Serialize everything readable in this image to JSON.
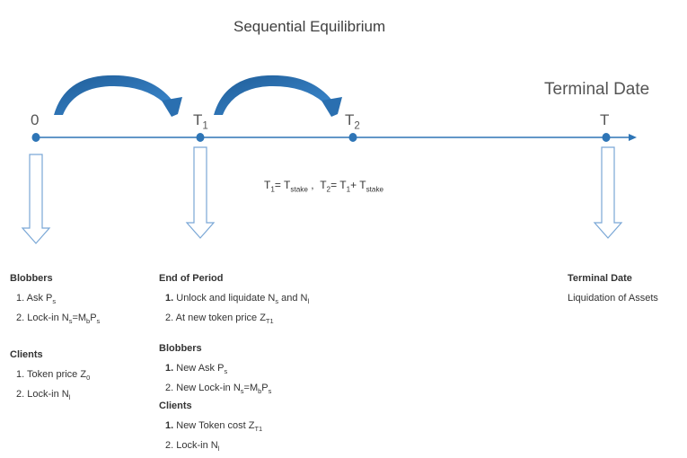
{
  "title": "Sequential Equilibrium",
  "terminal_date_label": "Terminal Date",
  "timeline": {
    "ticks": [
      {
        "label": "0",
        "sub": ""
      },
      {
        "label": "T",
        "sub": "1"
      },
      {
        "label": "T",
        "sub": "2"
      },
      {
        "label": "T",
        "sub": ""
      }
    ]
  },
  "formula": {
    "t1": "T",
    "t1_sub": "1",
    "eq1": "= T",
    "stake1": "stake",
    "comma": " ,",
    "t2": "T",
    "t2_sub": "2",
    "eq2": "= T",
    "t1b_sub": "1",
    "plus": "+ T",
    "stake2": "stake"
  },
  "col0": {
    "heading": "Blobbers",
    "items": [
      {
        "num": "1.",
        "text": "Ask P",
        "sub": "s"
      },
      {
        "num": "2.",
        "text": "Lock-in N",
        "sub": "s",
        "rest": "=M",
        "sub2": "b",
        "rest2": "P",
        "sub3": "s"
      }
    ],
    "heading2": "Clients",
    "items2": [
      {
        "num": "1.",
        "text": "Token price Z",
        "sub": "0"
      },
      {
        "num": "2.",
        "text": "Lock-in N",
        "sub": "l"
      }
    ]
  },
  "col1": {
    "heading": "End of Period",
    "items": [
      {
        "num": "1.",
        "text": "Unlock and liquidate N",
        "sub": "s",
        "rest": " and N",
        "sub2": "l"
      },
      {
        "num": "2.",
        "text": "At new token price Z",
        "sub": "T1"
      }
    ],
    "heading2": "Blobbers",
    "items2": [
      {
        "num": "1.",
        "text": "New Ask P",
        "sub": "s"
      },
      {
        "num": "2.",
        "text": "New Lock-in N",
        "sub": "s",
        "rest": "=M",
        "sub2": "b",
        "rest2": "P",
        "sub3": "s"
      }
    ],
    "heading3": "Clients",
    "items3": [
      {
        "num": "1.",
        "text": "New Token cost Z",
        "sub": "T1"
      },
      {
        "num": "2.",
        "text": "Lock-in N",
        "sub": "l"
      }
    ]
  },
  "col3": {
    "heading": "Terminal Date",
    "text": "Liquidation of Assets"
  },
  "colors": {
    "timeline": "#2e75b6",
    "arrow_fill": "#2a6fb0",
    "arrow_outline": "#7aa7d6"
  }
}
